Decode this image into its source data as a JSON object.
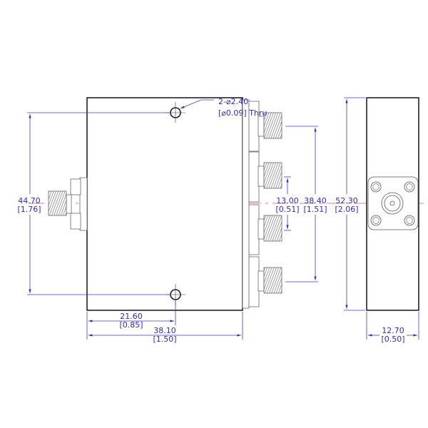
{
  "title": "4-way power divider outline drawing",
  "colors": {
    "dimension": "#2b2bd6",
    "outline": "#222222",
    "centerline": "#e08080"
  },
  "callout": {
    "line1": "2-⌀2.40",
    "line2": "[⌀0.09] Thru"
  },
  "dimensions": {
    "height_holes": {
      "mm": "44.70",
      "in": "[1.76]"
    },
    "hole_x": {
      "mm": "21.60",
      "in": "[0.85]"
    },
    "width": {
      "mm": "38.10",
      "in": "[1.50]"
    },
    "port_pitch": {
      "mm": "13.00",
      "in": "[0.51]"
    },
    "port_span": {
      "mm": "38.40",
      "in": "[1.51]"
    },
    "height": {
      "mm": "52.30",
      "in": "[2.06]"
    },
    "depth": {
      "mm": "12.70",
      "in": "[0.50]"
    }
  }
}
